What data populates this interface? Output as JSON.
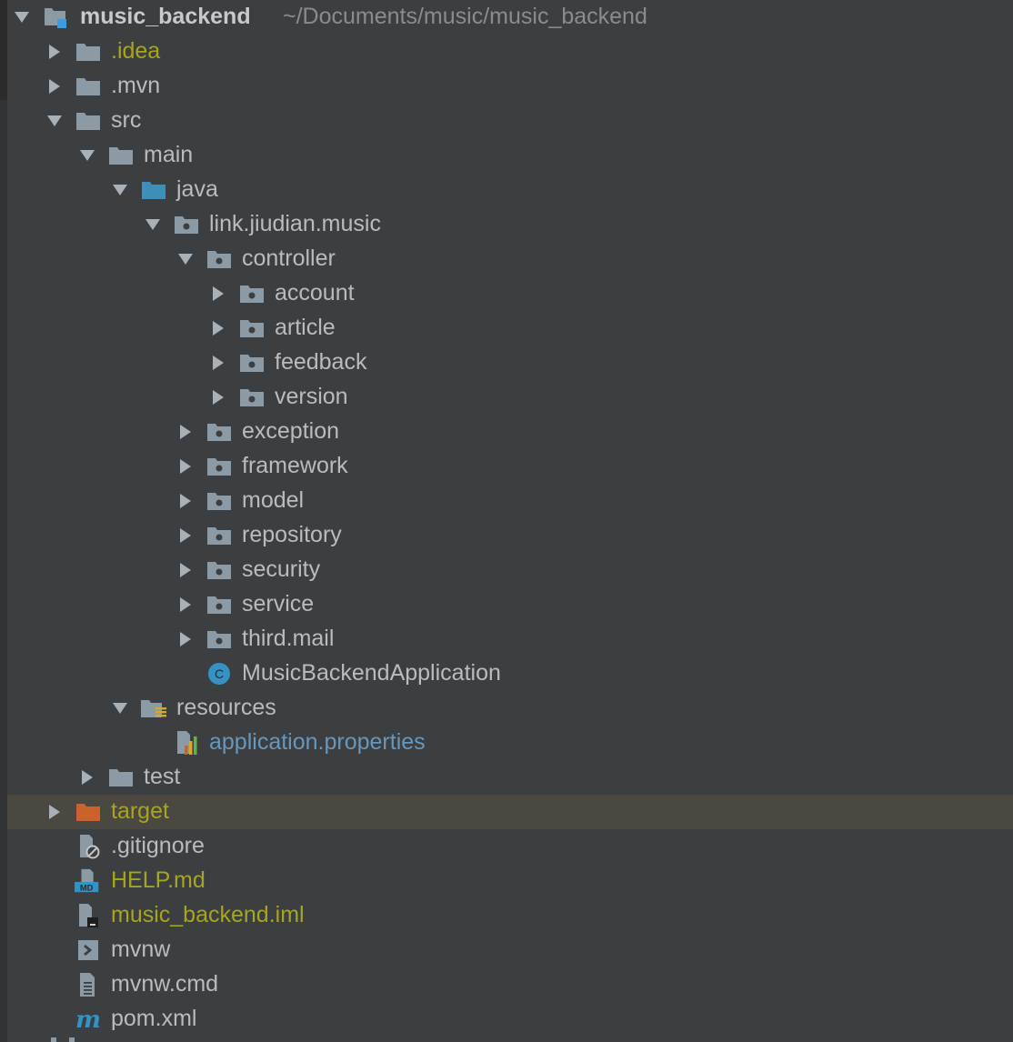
{
  "project": {
    "name": "music_backend",
    "path": "~/Documents/music/music_backend"
  },
  "colors": {
    "background": "#3c3f41",
    "text": "#bbbbbb",
    "path_text": "#8b8b8b",
    "olive_text": "#a7a51e",
    "blue_text": "#6897bb",
    "selected_row": "#4b4741",
    "excluded_folder": "#c9622c",
    "source_folder": "#3d8fb8",
    "folder": "#8c9aa5"
  },
  "tree": [
    {
      "label": ".idea",
      "depth": 1,
      "expanded": false,
      "icon": "folder-icon",
      "color": "olive"
    },
    {
      "label": ".mvn",
      "depth": 1,
      "expanded": false,
      "icon": "folder-icon",
      "color": "default"
    },
    {
      "label": "src",
      "depth": 1,
      "expanded": true,
      "icon": "folder-icon",
      "color": "default"
    },
    {
      "label": "main",
      "depth": 2,
      "expanded": true,
      "icon": "folder-icon",
      "color": "default"
    },
    {
      "label": "java",
      "depth": 3,
      "expanded": true,
      "icon": "source-folder-icon",
      "color": "default"
    },
    {
      "label": "link.jiudian.music",
      "depth": 4,
      "expanded": true,
      "icon": "package-icon",
      "color": "default"
    },
    {
      "label": "controller",
      "depth": 5,
      "expanded": true,
      "icon": "package-icon",
      "color": "default"
    },
    {
      "label": "account",
      "depth": 6,
      "expanded": false,
      "icon": "package-icon",
      "color": "default"
    },
    {
      "label": "article",
      "depth": 6,
      "expanded": false,
      "icon": "package-icon",
      "color": "default"
    },
    {
      "label": "feedback",
      "depth": 6,
      "expanded": false,
      "icon": "package-icon",
      "color": "default"
    },
    {
      "label": "version",
      "depth": 6,
      "expanded": false,
      "icon": "package-icon",
      "color": "default"
    },
    {
      "label": "exception",
      "depth": 5,
      "expanded": false,
      "icon": "package-icon",
      "color": "default"
    },
    {
      "label": "framework",
      "depth": 5,
      "expanded": false,
      "icon": "package-icon",
      "color": "default"
    },
    {
      "label": "model",
      "depth": 5,
      "expanded": false,
      "icon": "package-icon",
      "color": "default"
    },
    {
      "label": "repository",
      "depth": 5,
      "expanded": false,
      "icon": "package-icon",
      "color": "default"
    },
    {
      "label": "security",
      "depth": 5,
      "expanded": false,
      "icon": "package-icon",
      "color": "default"
    },
    {
      "label": "service",
      "depth": 5,
      "expanded": false,
      "icon": "package-icon",
      "color": "default"
    },
    {
      "label": "third.mail",
      "depth": 5,
      "expanded": false,
      "icon": "package-icon",
      "color": "default"
    },
    {
      "label": "MusicBackendApplication",
      "depth": 5,
      "expanded": null,
      "icon": "java-class-icon",
      "color": "default"
    },
    {
      "label": "resources",
      "depth": 3,
      "expanded": true,
      "icon": "resources-folder-icon",
      "color": "default"
    },
    {
      "label": "application.properties",
      "depth": 4,
      "expanded": null,
      "icon": "properties-file-icon",
      "color": "blue"
    },
    {
      "label": "test",
      "depth": 2,
      "expanded": false,
      "icon": "folder-icon",
      "color": "default"
    },
    {
      "label": "target",
      "depth": 1,
      "expanded": false,
      "icon": "excluded-folder-icon",
      "color": "olive",
      "selected": true
    },
    {
      "label": ".gitignore",
      "depth": 1,
      "expanded": null,
      "icon": "gitignore-file-icon",
      "color": "default"
    },
    {
      "label": "HELP.md",
      "depth": 1,
      "expanded": null,
      "icon": "markdown-file-icon",
      "color": "olive"
    },
    {
      "label": "music_backend.iml",
      "depth": 1,
      "expanded": null,
      "icon": "iml-file-icon",
      "color": "olive"
    },
    {
      "label": "mvnw",
      "depth": 1,
      "expanded": null,
      "icon": "shell-script-icon",
      "color": "default"
    },
    {
      "label": "mvnw.cmd",
      "depth": 1,
      "expanded": null,
      "icon": "text-file-icon",
      "color": "default"
    },
    {
      "label": "pom.xml",
      "depth": 1,
      "expanded": null,
      "icon": "maven-file-icon",
      "color": "default"
    }
  ],
  "icon_text": {
    "java_class": "C",
    "markdown": "MD",
    "maven": "m"
  }
}
